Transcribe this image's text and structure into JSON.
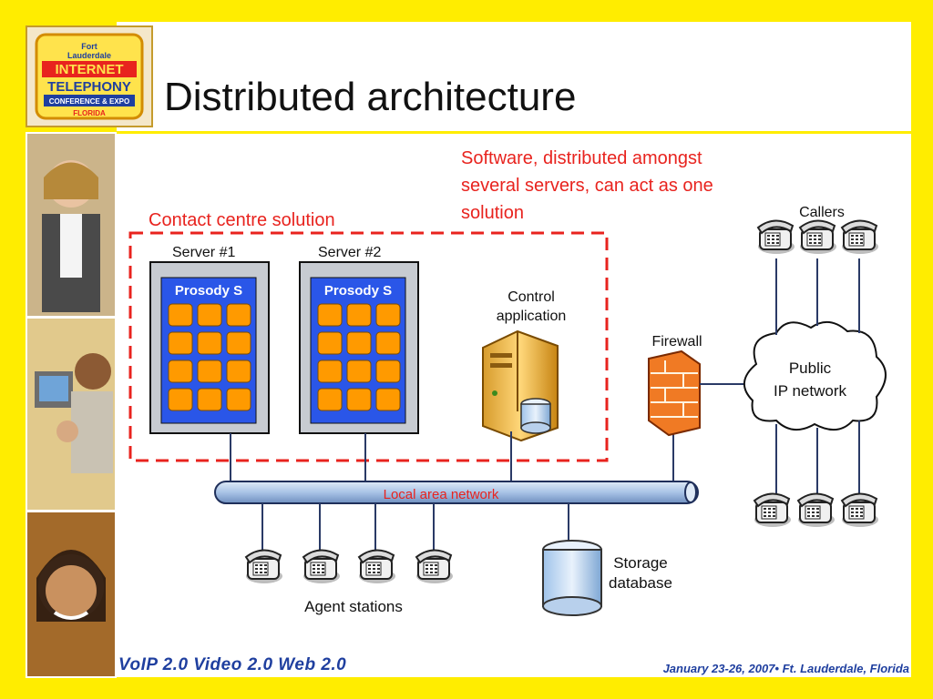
{
  "slide": {
    "title": "Distributed architecture",
    "footer_left": "VoIP 2.0   Video 2.0   Web 2.0",
    "footer_right": "January 23-26, 2007• Ft. Lauderdale, Florida"
  },
  "logo": {
    "line1": "Fort",
    "line2": "Lauderdale",
    "line3": "INTERNET",
    "line4": "TELEPHONY",
    "line5": "CONFERENCE & EXPO",
    "line6": "FLORIDA"
  },
  "diagram": {
    "annotation": "Software, distributed amongst several servers, can act as one solution",
    "group_label": "Contact centre solution",
    "server1_title": "Server #1",
    "server2_title": "Server #2",
    "server_app": "Prosody S",
    "control_label_1": "Control",
    "control_label_2": "application",
    "firewall_label": "Firewall",
    "network_label_1": "Public",
    "network_label_2": "IP network",
    "callers_label": "Callers",
    "lan_label": "Local area network",
    "agents_label": "Agent stations",
    "storage_label_1": "Storage",
    "storage_label_2": "database"
  },
  "colors": {
    "frame": "#ffed00",
    "accent_red": "#e8231e",
    "server_blue": "#2a56e8",
    "tile_orange": "#ff9a00",
    "lan_blue": "#a9c3e6",
    "footer_blue": "#1f3f9f"
  },
  "icons": [
    "server-icon",
    "database-icon",
    "firewall-icon",
    "cloud-icon",
    "phone-icon"
  ]
}
